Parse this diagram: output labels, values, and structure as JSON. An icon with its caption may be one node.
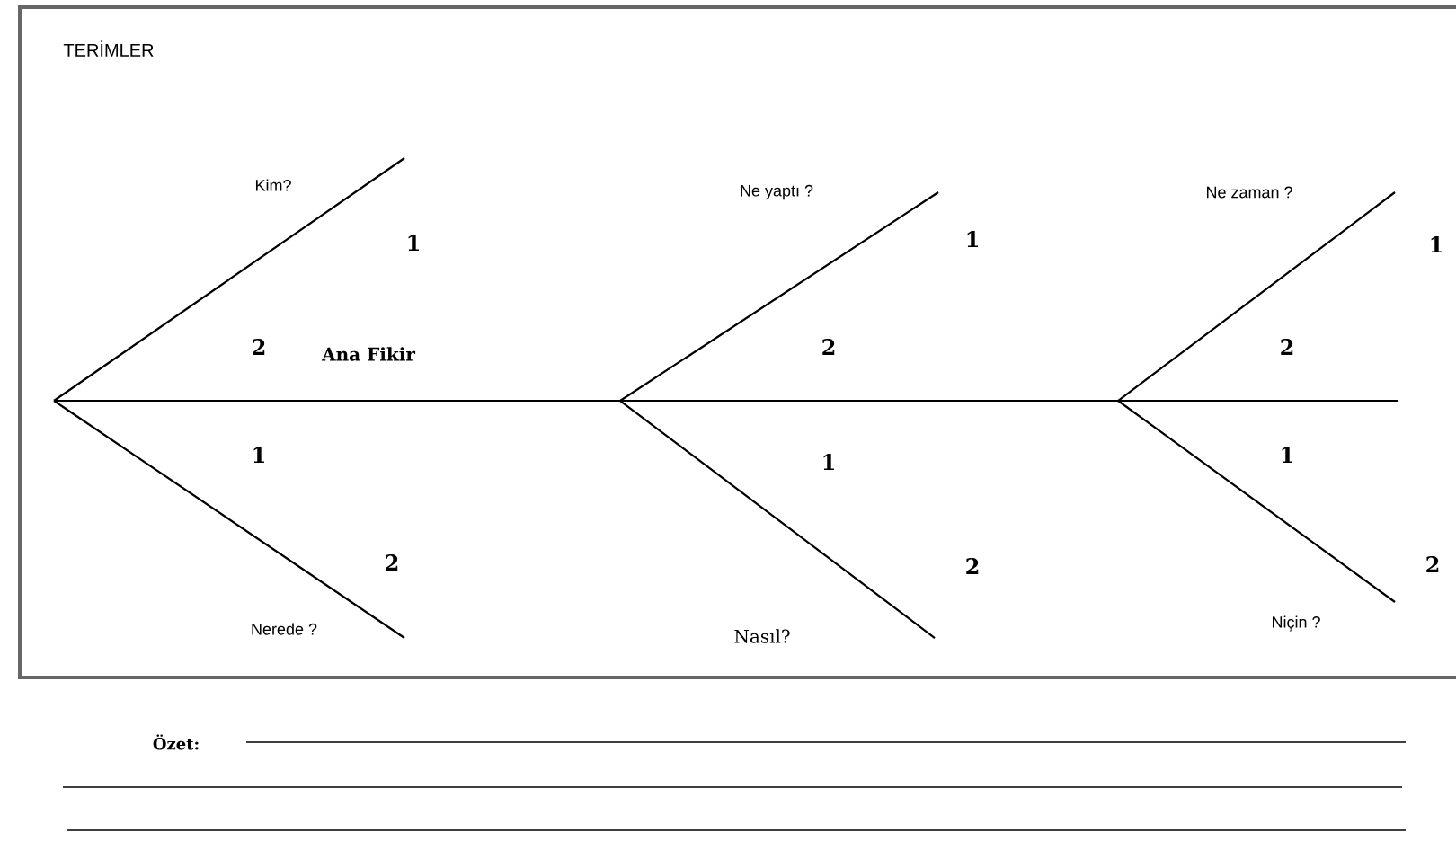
{
  "diagram": {
    "title": "TERİMLER",
    "labels": [
      "Kim?",
      "Ne yaptı ?",
      "Ne zaman ?",
      "1",
      "1",
      "1",
      "2",
      "Ana Fikir",
      "2",
      "2",
      "1",
      "1",
      "1",
      "2",
      "2",
      "2",
      "Nerede ?",
      "Niçin ?",
      "Nasıl?",
      "Özet:"
    ]
  }
}
